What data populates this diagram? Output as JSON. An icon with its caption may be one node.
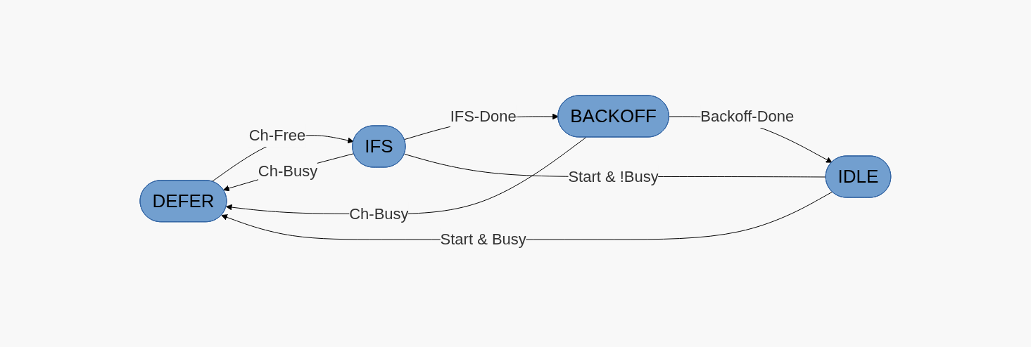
{
  "diagram": {
    "nodes": [
      {
        "text": [
          "DEFER"
        ]
      },
      {
        "text": [
          "IDLE"
        ]
      },
      {
        "text": [
          "IFS"
        ]
      },
      {
        "text": [
          "BACKOFF"
        ]
      }
    ],
    "edges": [
      {
        "from": 1,
        "to": 0,
        "arrow": "to",
        "label": "Start & Busy"
      },
      {
        "from": 0,
        "to": 2,
        "arrow": "to",
        "label": "Ch-Free"
      },
      {
        "from": 2,
        "to": 0,
        "arrow": "to",
        "label": "Ch-Busy"
      },
      {
        "from": 3,
        "to": 0,
        "arrow": "to",
        "label": "Ch-Busy"
      },
      {
        "from": 1,
        "to": 2,
        "arrow": "none",
        "label": "Start & !Busy"
      },
      {
        "from": 2,
        "to": 3,
        "arrow": "to",
        "label": "IFS-Done"
      },
      {
        "from": 3,
        "to": 1,
        "arrow": "to",
        "label": "Backoff-Done"
      }
    ]
  }
}
